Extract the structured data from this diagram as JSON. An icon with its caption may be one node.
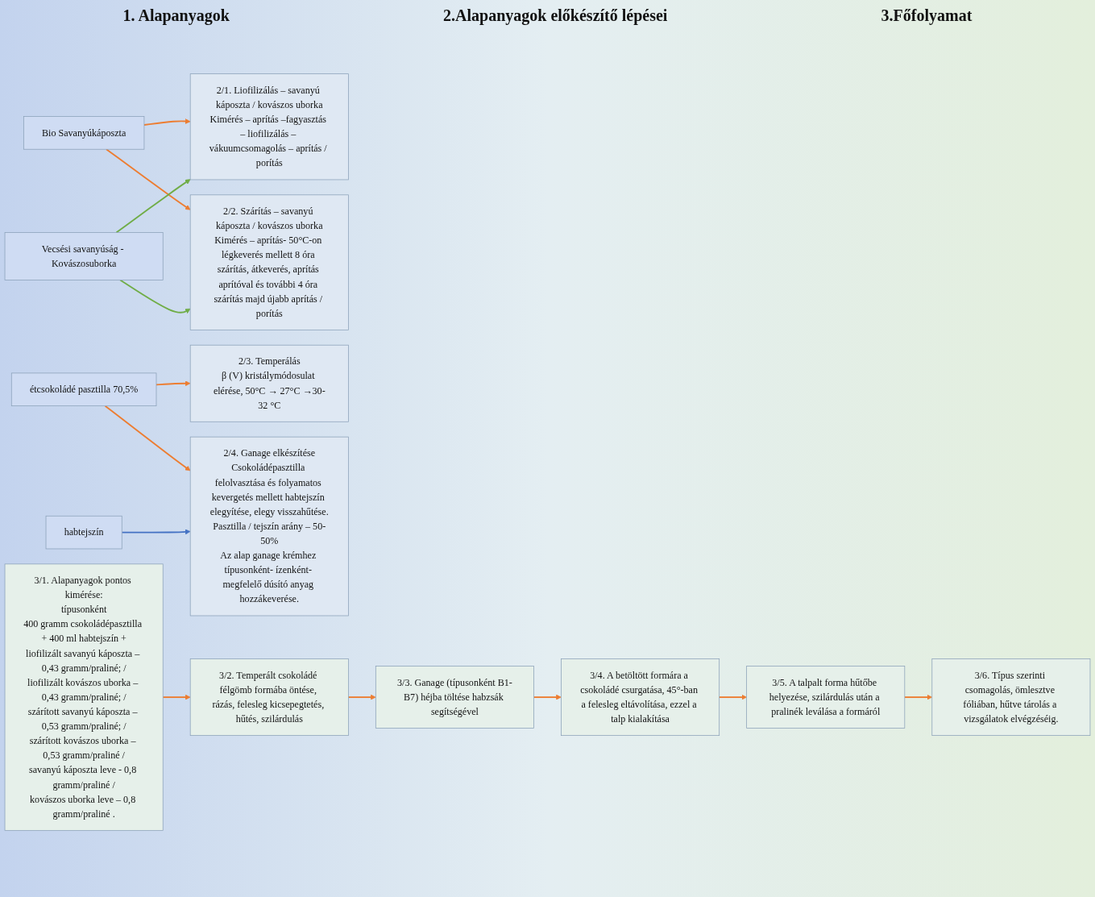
{
  "diagram": {
    "nodes": [
      {
        "text": [
          "Bio Savanyúkáposzta"
        ]
      },
      {
        "text": [
          "Vecsési savanyúság - Kovászosuborka"
        ]
      },
      {
        "text": [
          "étcsokoládé pasztilla 70,5%"
        ]
      },
      {
        "text": [
          "habtejszín"
        ]
      },
      {
        "text": [
          "2/1. Liofilizálás – savanyú káposzta / kovászos uborka",
          "Kimérés – aprítás –fagyasztás – liofilizálás – vákuumcsomagolás – aprítás / porítás"
        ]
      },
      {
        "text": [
          "2/2. Szárítás – savanyú káposzta / kovászos uborka",
          "Kimérés – aprítás- 50°C-on légkeverés mellett 8 óra szárítás, átkeverés, aprítás aprítóval és további 4 óra szárítás majd újabb aprítás / porítás"
        ]
      },
      {
        "text": [
          "2/3. Temperálás",
          "β (V) kristálymódosulat elérése, 50°C → 27°C →30-32 °C"
        ]
      },
      {
        "text": [
          "2/4. Ganage elkészítése",
          "Csokoládépasztilla felolvasztása és folyamatos kevergetés mellett habtejszín elegyítése, elegy visszahűtése.",
          "Pasztilla / tejszín arány – 50-50%",
          "Az alap ganage krémhez típusonként- ízenként- megfelelő dúsító anyag hozzákeverése."
        ]
      },
      {
        "text": [
          "3/1. Alapanyagok pontos kimérése:",
          "típusonként",
          "400 gramm csokoládépasztilla + 400 ml habtejszín +",
          "liofilizált savanyú káposzta – 0,43 gramm/praliné; /",
          "liofilizált kovászos uborka – 0,43 gramm/praliné; /",
          "szárított savanyú káposzta – 0,53 gramm/praliné; /",
          "szárított kovászos uborka – 0,53 gramm/praliné /",
          "savanyú káposzta leve - 0,8 gramm/praliné /",
          "kovászos uborka leve – 0,8 gramm/praliné ."
        ]
      },
      {
        "text": [
          "3/2. Temperált csokoládé félgömb formába öntése, rázás, felesleg kicsepegtetés, hűtés, szilárdulás"
        ]
      },
      {
        "text": [
          "3/3. Ganage (típusonként B1-B7) héjba töltése habzsák segítségével"
        ]
      },
      {
        "text": [
          "3/4. A betöltött formára a csokoládé csurgatása, 45°-ban a felesleg eltávolítása, ezzel a talp kialakítása"
        ]
      },
      {
        "text": [
          "3/5. A talpalt forma hűtőbe helyezése, szilárdulás után a pralinék leválása a formáról"
        ]
      },
      {
        "text": [
          "3/6. Típus szerinti csomagolás, ömlesztve fóliában, hűtve tárolás a vizsgálatok elvégzéséig."
        ]
      }
    ],
    "edges": [
      {
        "from": 0,
        "to": 4,
        "arrow": "to"
      },
      {
        "from": 0,
        "to": 5,
        "arrow": "to"
      },
      {
        "from": 1,
        "to": 4,
        "arrow": "to",
        "color": "#70ad47"
      },
      {
        "from": 1,
        "to": 5,
        "arrow": "to",
        "color": "#70ad47"
      },
      {
        "from": 2,
        "to": 6,
        "arrow": "to"
      },
      {
        "from": 2,
        "to": 7,
        "arrow": "to"
      },
      {
        "from": 3,
        "to": 7,
        "arrow": "to",
        "color": "#4472c4"
      },
      {
        "from": 8,
        "to": 9,
        "arrow": "to"
      },
      {
        "from": 9,
        "to": 10,
        "arrow": "to"
      },
      {
        "from": 10,
        "to": 11,
        "arrow": "to"
      },
      {
        "from": 11,
        "to": 12,
        "arrow": "to"
      },
      {
        "from": 12,
        "to": 13,
        "arrow": "to"
      }
    ],
    "labels": [
      "1. Alapanyagok",
      "2.Alapanyagok előkészítő lépései",
      "3.Főfolyamat"
    ]
  }
}
